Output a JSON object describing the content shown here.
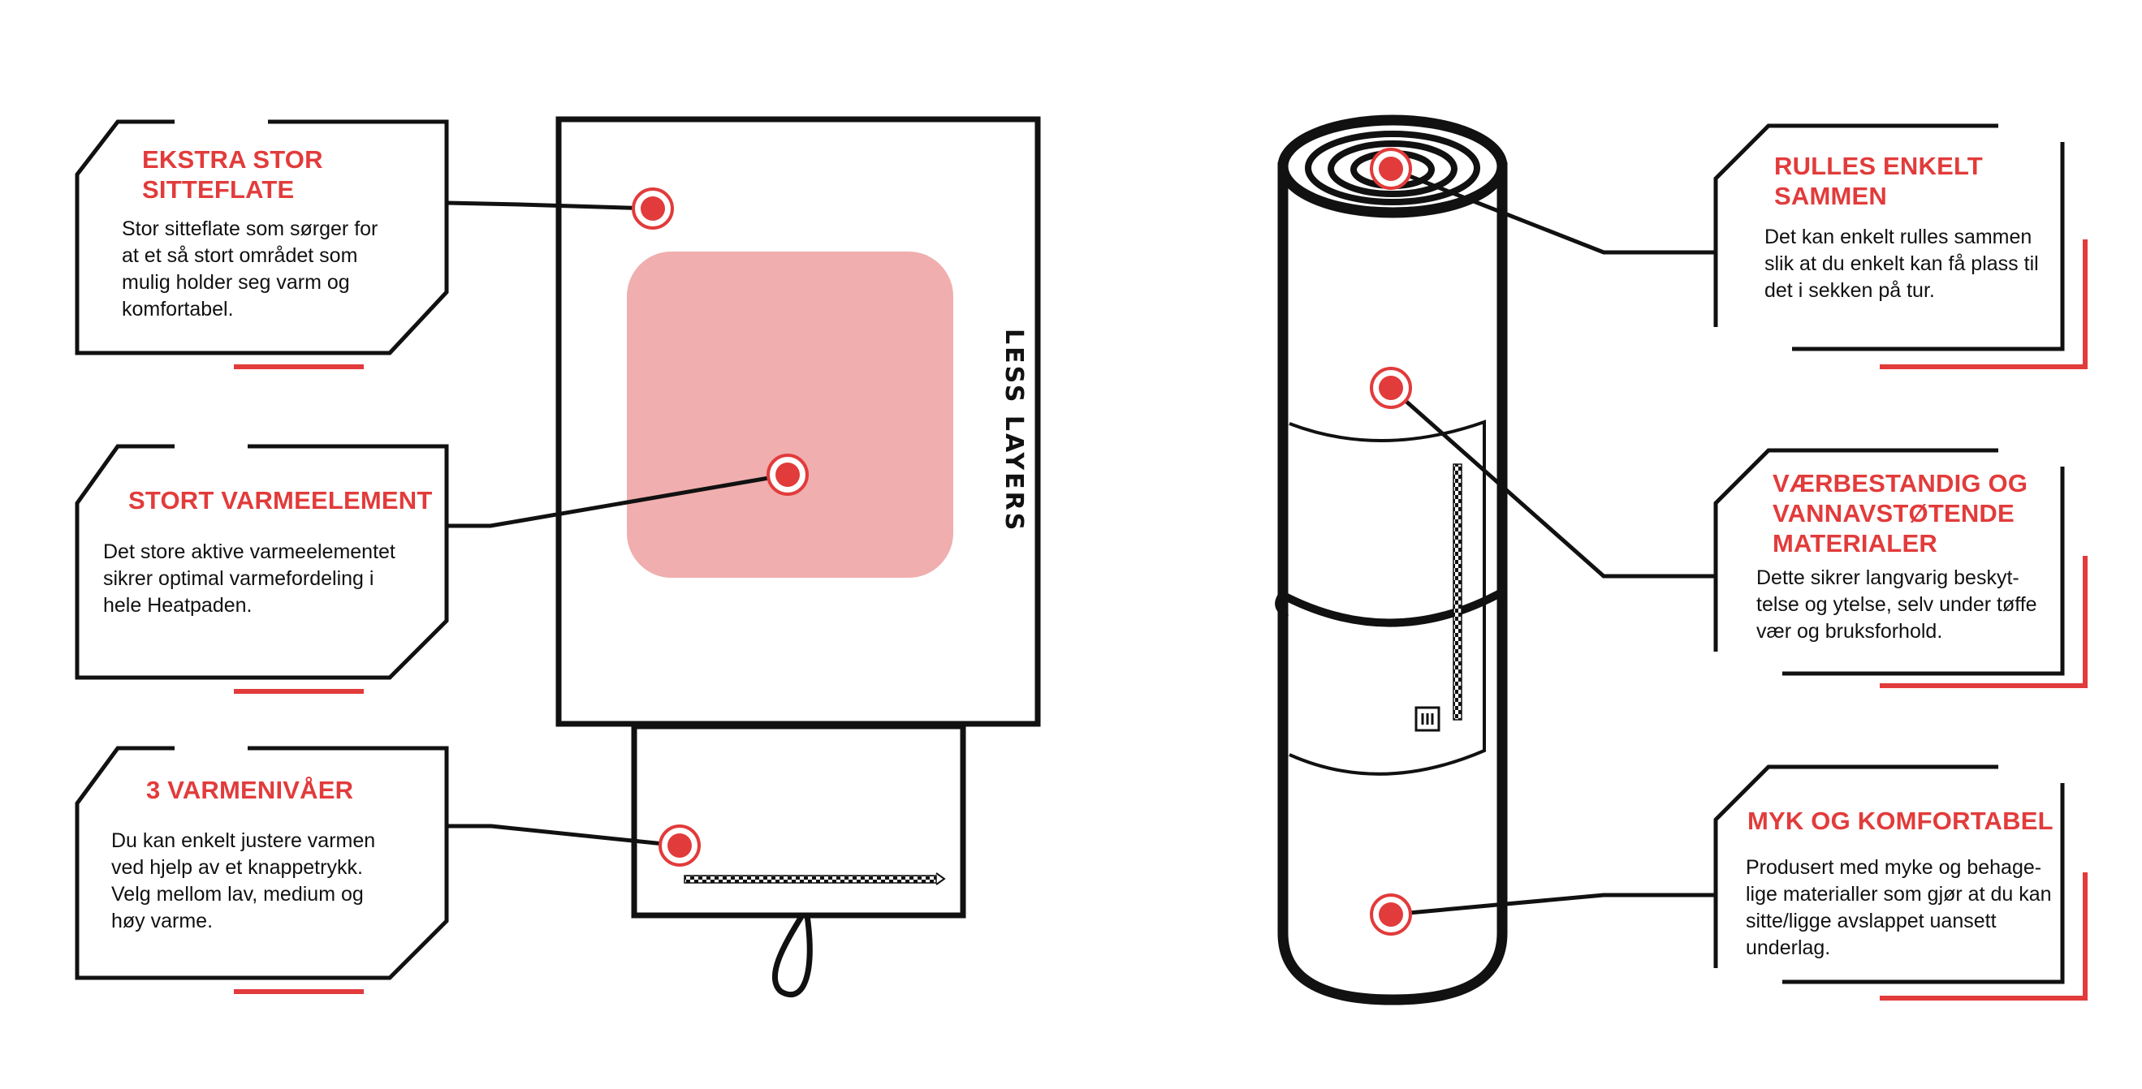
{
  "colors": {
    "accent": "#e23b3b",
    "heat_zone": "#f0aeae",
    "ink": "#111111"
  },
  "brand": {
    "logo_text": "LESS LAYERS"
  },
  "features_left": [
    {
      "title": "EKSTRA STOR\nSITTEFLATE",
      "body": "Stor sitteflate som sørger for\nat et så stort området som\nmulig holder seg varm og\nkomfortabel."
    },
    {
      "title": "STORT VARMEELEMENT",
      "body": "Det store aktive varmeelementet\nsikrer optimal varmefordeling i\nhele Heatpaden."
    },
    {
      "title": "3 VARMENIVÅER",
      "body": "Du kan enkelt justere varmen\nved hjelp av et  knappetrykk.\nVelg mellom lav, medium og\nhøy varme."
    }
  ],
  "features_right": [
    {
      "title": "RULLES ENKELT\nSAMMEN",
      "body": "Det kan enkelt rulles sammen\nslik at du enkelt kan få plass til\ndet i sekken på tur."
    },
    {
      "title": "VÆRBESTANDIG OG\nVANNAVSTØTENDE\nMATERIALER",
      "body": "Dette sikrer langvarig beskyt-\ntelse og ytelse, selv under tøffe\nvær og bruksforhold."
    },
    {
      "title": "MYK OG KOMFORTABEL",
      "body": "Produsert med myke og behage-\nlige materialler som gjør at du kan\nsitte/ligge avslappet uansett\nunderlag."
    }
  ]
}
